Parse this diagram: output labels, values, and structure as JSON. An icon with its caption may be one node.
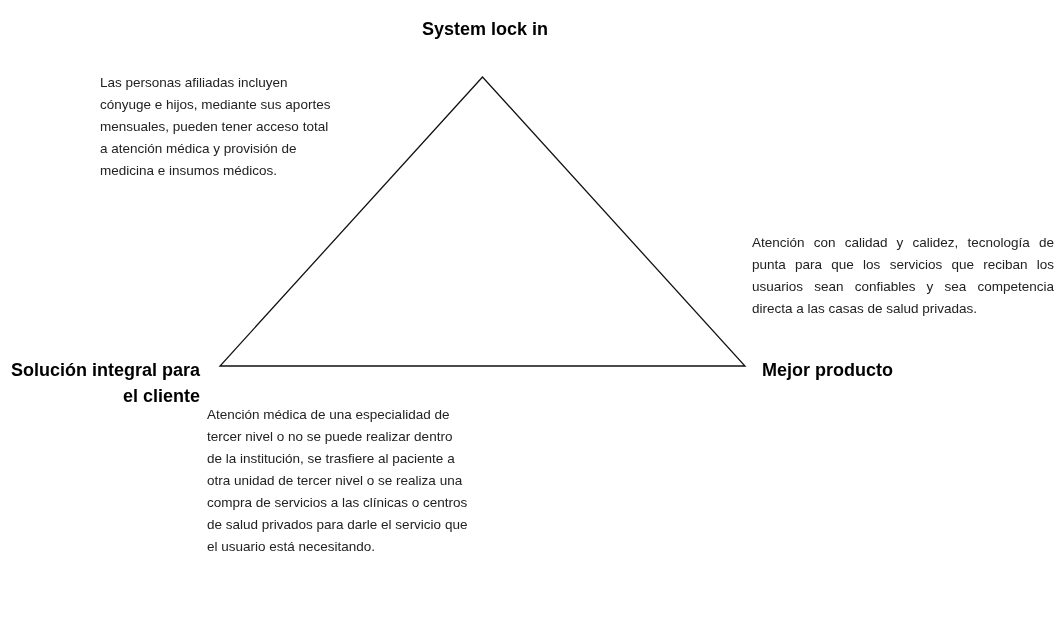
{
  "diagram": {
    "nodes": [
      {
        "text": [
          "System lock in"
        ]
      },
      {
        "text": [
          "Solución integral para el cliente"
        ]
      },
      {
        "text": [
          "Mejor producto"
        ]
      },
      {
        "text": [],
        "shape": "triangle"
      }
    ],
    "labels": [
      "Las personas afiliadas incluyen cónyuge e hijos, mediante sus aportes mensuales, pueden tener acceso total a atención médica y provisión de medicina e insumos médicos.",
      "Atención con calidad y calidez, tecnología de punta para que los servicios que reciban los usuarios sean confiables y sea competencia directa a las casas de salud privadas.",
      "Atención médica de una especialidad de tercer nivel o no se puede realizar dentro de la institución, se trasfiere al paciente a otra unidad de tercer nivel o se realiza una compra de servicios a las clínicas o centros de salud privados para darle el servicio que el usuario está necesitando."
    ]
  }
}
